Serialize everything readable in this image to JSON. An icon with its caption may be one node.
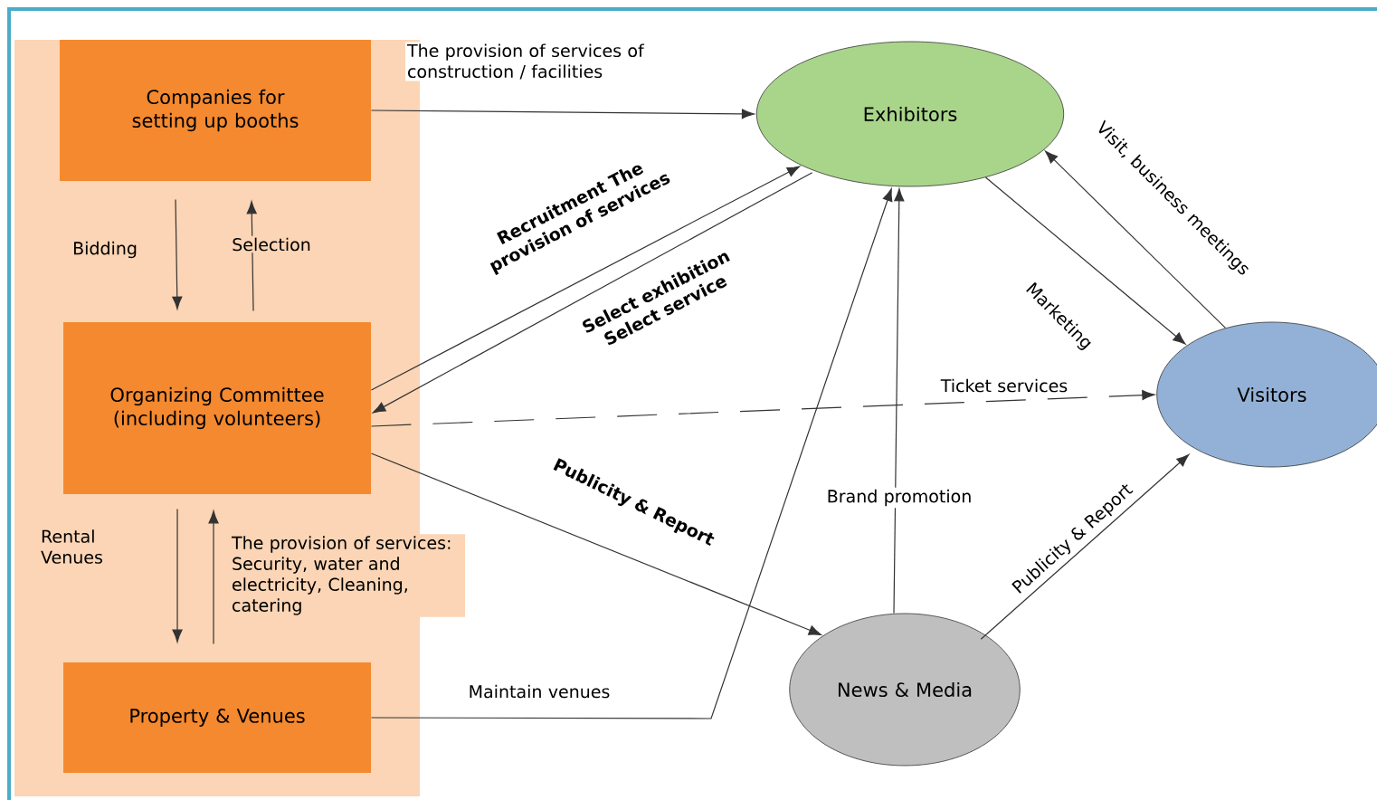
{
  "diagram": {
    "nodes": [
      {
        "text": [],
        "shape": "band"
      },
      {
        "text": [
          "Companies for setting up booths"
        ],
        "in": 0
      },
      {
        "text": [
          "Organizing Committee (including volunteers)"
        ],
        "in": 0
      },
      {
        "text": [
          "Property & Venues"
        ],
        "in": 0
      },
      {
        "text": [
          "Exhibitors"
        ]
      },
      {
        "text": [
          "Visitors"
        ]
      },
      {
        "text": [
          "News & Media"
        ]
      }
    ],
    "edges": [
      {
        "from": 1,
        "to": 4,
        "arrow": "to",
        "label": "The provision of services of construction / facilities"
      },
      {
        "from": 1,
        "to": 2,
        "arrow": "to",
        "label": "Bidding"
      },
      {
        "from": 2,
        "to": 1,
        "arrow": "to",
        "label": "Selection"
      },
      {
        "from": 2,
        "to": 4,
        "arrow": "to",
        "label": "Recruitment The provision of services"
      },
      {
        "from": 4,
        "to": 2,
        "arrow": "to",
        "label": "Select exhibition Select service"
      },
      {
        "from": 2,
        "to": 5,
        "arrow": "to",
        "label": "Ticket services",
        "style": "dashed"
      },
      {
        "from": 2,
        "to": 6,
        "arrow": "to",
        "label": "Publicity & Report"
      },
      {
        "from": 2,
        "to": 3,
        "arrow": "to",
        "label": "Rental Venues"
      },
      {
        "from": 3,
        "to": 2,
        "arrow": "to",
        "label": "The provision of services: Security, water and electricity, Cleaning, catering"
      },
      {
        "from": 3,
        "to": 4,
        "arrow": "to",
        "label": "Maintain venues"
      },
      {
        "from": 6,
        "to": 4,
        "arrow": "to",
        "label": "Brand promotion"
      },
      {
        "from": 4,
        "to": 5,
        "arrow": "to",
        "label": "Marketing"
      },
      {
        "from": 5,
        "to": 4,
        "arrow": "to",
        "label": "Visit, business meetings"
      },
      {
        "from": 6,
        "to": 5,
        "arrow": "to",
        "label": "Publicity & Report"
      }
    ]
  }
}
